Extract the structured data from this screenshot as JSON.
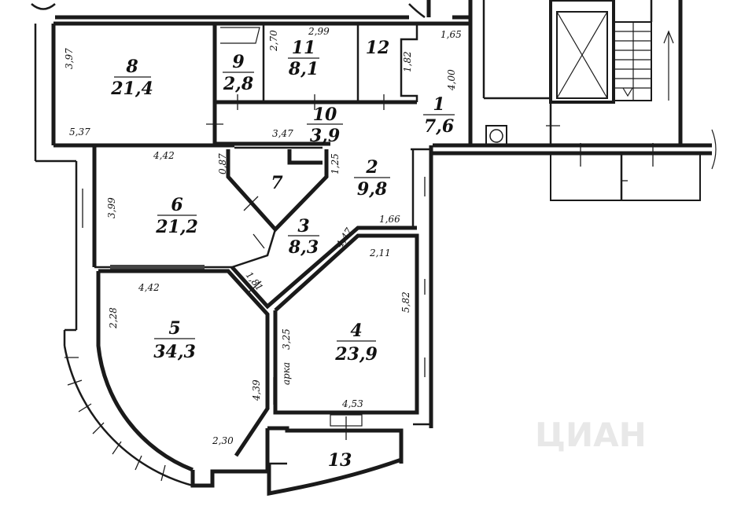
{
  "rooms": [
    {
      "id": "1",
      "area": "7,6"
    },
    {
      "id": "2",
      "area": "9,8"
    },
    {
      "id": "3",
      "area": "8,3"
    },
    {
      "id": "4",
      "area": "23,9"
    },
    {
      "id": "5",
      "area": "34,3"
    },
    {
      "id": "6",
      "area": "21,2"
    },
    {
      "id": "7",
      "area": ""
    },
    {
      "id": "8",
      "area": "21,4"
    },
    {
      "id": "9",
      "area": "2,8"
    },
    {
      "id": "10",
      "area": "3,9"
    },
    {
      "id": "11",
      "area": "8,1"
    },
    {
      "id": "12",
      "area": ""
    },
    {
      "id": "13",
      "area": ""
    }
  ],
  "dimensions": {
    "d_3_97": "3,97",
    "d_5_37": "5,37",
    "d_2_70": "2,70",
    "d_2_99": "2,99",
    "d_1_65": "1,65",
    "d_1_82": "1,82",
    "d_4_00": "4,00",
    "d_3_47": "3,47",
    "d_4_42_top": "4,42",
    "d_0_87": "0,87",
    "d_1_25": "1,25",
    "d_3_99": "3,99",
    "d_1_66": "1,66",
    "d_4_47": "4,47",
    "d_2_11": "2,11",
    "d_5_82": "5,82",
    "d_4_42_mid": "4,42",
    "d_1_81": "1,81",
    "d_2_28": "2,28",
    "d_3_25": "3,25",
    "d_arka": "арка",
    "d_4_39": "4,39",
    "d_4_53": "4,53",
    "d_2_30": "2,30"
  },
  "watermark": "ЦИАН"
}
